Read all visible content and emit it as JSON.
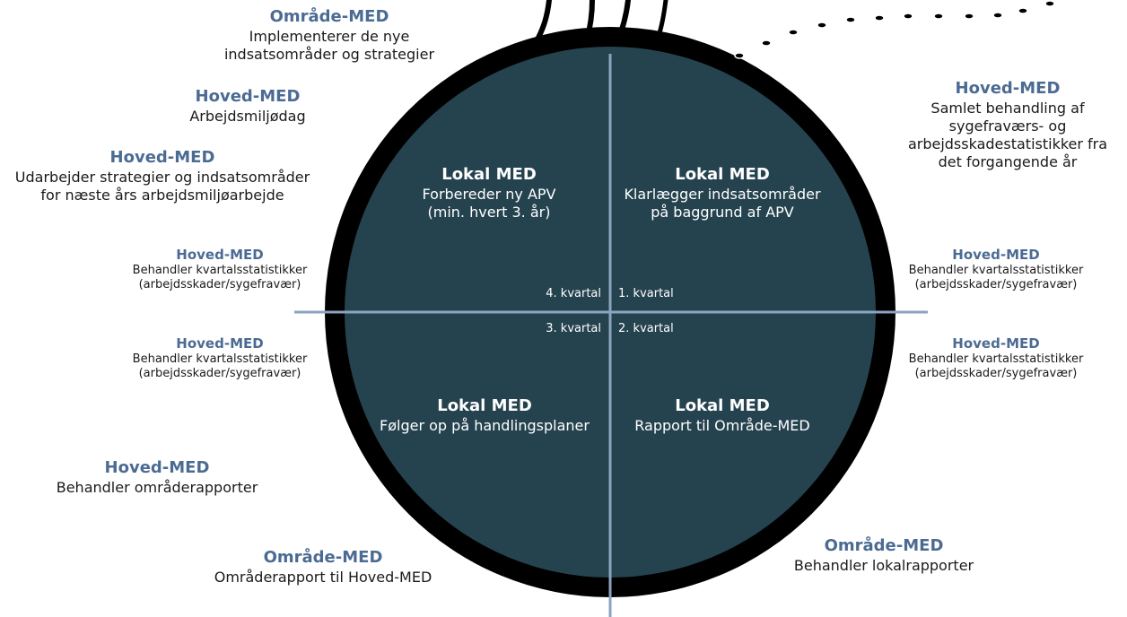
{
  "colors": {
    "ring": "#000000",
    "disc": "#25434f",
    "axis": "#8aa4bf",
    "heading": "#4b6b93",
    "body_text": "#1a1a1a",
    "dots": "#000000"
  },
  "icons": {
    "top_shape": "horse-legs-icon",
    "dots": "dotted-trail-icon"
  },
  "quadrants": {
    "q4": {
      "title": "Lokal MED",
      "line1": "Forbereder ny APV",
      "line2": "(min. hvert 3. år)",
      "label": "4. kvartal"
    },
    "q1": {
      "title": "Lokal MED",
      "line1": "Klarlægger indsatsområder",
      "line2": "på baggrund af APV",
      "label": "1. kvartal"
    },
    "q3": {
      "title": "Lokal MED",
      "line1": "Følger op på handlingsplaner",
      "label": "3. kvartal"
    },
    "q2": {
      "title": "Lokal MED",
      "line1": "Rapport til Område-MED",
      "label": "2. kvartal"
    }
  },
  "notes": {
    "omr_top": {
      "title": "Område-MED",
      "line1": "Implementerer de nye",
      "line2": "indsatsområder og strategier"
    },
    "hoved_dag": {
      "title": "Hoved-MED",
      "line1": "Arbejdsmiljødag"
    },
    "hoved_strat": {
      "title": "Hoved-MED",
      "line1": "Udarbejder strategier og indsatsområder",
      "line2": "for næste års arbejdsmiljøarbejde"
    },
    "hoved_lu": {
      "title": "Hoved-MED",
      "line1": "Behandler kvartalsstatistikker",
      "line2": "(arbejdsskader/sygefravær)"
    },
    "hoved_ll": {
      "title": "Hoved-MED",
      "line1": "Behandler kvartalsstatistikker",
      "line2": "(arbejdsskader/sygefravær)"
    },
    "hoved_omrrap": {
      "title": "Hoved-MED",
      "line1": "Behandler områderapporter"
    },
    "omr_bl": {
      "title": "Område-MED",
      "line1": "Områderapport til Hoved-MED"
    },
    "hoved_tr": {
      "title": "Hoved-MED",
      "line1": "Samlet behandling af",
      "line2": "sygefraværs- og",
      "line3": "arbejdsskadestatistikker fra",
      "line4": "det forgangende år"
    },
    "hoved_ru": {
      "title": "Hoved-MED",
      "line1": "Behandler kvartalsstatistikker",
      "line2": "(arbejdsskader/sygefravær)"
    },
    "hoved_rl": {
      "title": "Hoved-MED",
      "line1": "Behandler kvartalsstatistikker",
      "line2": "(arbejdsskader/sygefravær)"
    },
    "omr_br": {
      "title": "Område-MED",
      "line1": "Behandler lokalrapporter"
    }
  }
}
